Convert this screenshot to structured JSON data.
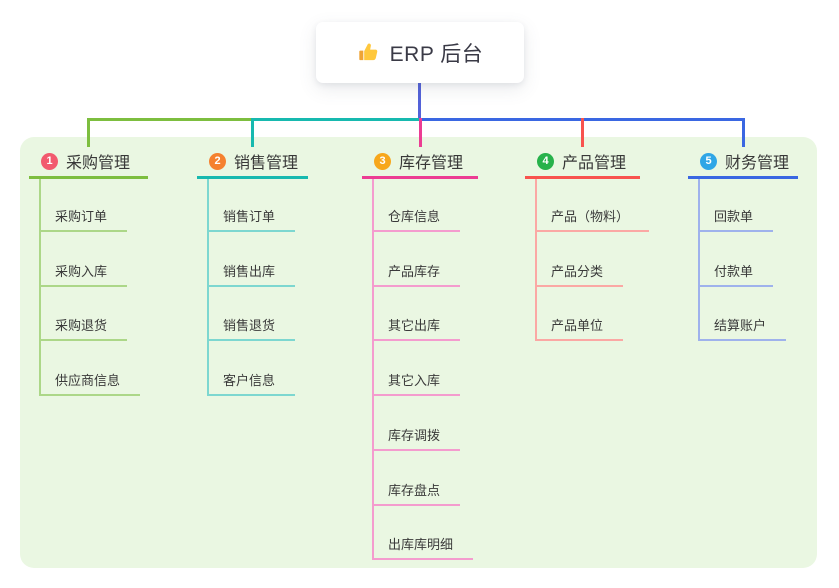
{
  "root": {
    "title": "ERP 后台",
    "icon": "thumbs-up"
  },
  "branches": [
    {
      "badge": "1",
      "title": "采购管理",
      "badge_color": "#F25A6E",
      "line_color": "#7DBE3F",
      "light_color": "#ACD788",
      "children": [
        "采购订单",
        "采购入库",
        "采购退货",
        "供应商信息"
      ]
    },
    {
      "badge": "2",
      "title": "销售管理",
      "badge_color": "#F5812F",
      "line_color": "#17B9AF",
      "light_color": "#7DD7D0",
      "children": [
        "销售订单",
        "销售出库",
        "销售退货",
        "客户信息"
      ]
    },
    {
      "badge": "3",
      "title": "库存管理",
      "badge_color": "#F7A71B",
      "line_color": "#EC3D93",
      "light_color": "#F49CCE",
      "children": [
        "仓库信息",
        "产品库存",
        "其它出库",
        "其它入库",
        "库存调拨",
        "库存盘点",
        "出库库明细"
      ]
    },
    {
      "badge": "4",
      "title": "产品管理",
      "badge_color": "#27B24B",
      "line_color": "#F8534E",
      "light_color": "#FBA8A4",
      "children": [
        "产品（物料）",
        "产品分类",
        "产品单位"
      ]
    },
    {
      "badge": "5",
      "title": "财务管理",
      "badge_color": "#2FA6E6",
      "line_color": "#3A67E2",
      "light_color": "#9FB2EC",
      "children": [
        "回款单",
        "付款单",
        "结算账户"
      ]
    }
  ],
  "colors": {
    "root_connector": "#5362D9",
    "panel_bg": "#EAF7E2",
    "text": "#3A3A3A",
    "root_card_bg": "#FFFFFF"
  }
}
